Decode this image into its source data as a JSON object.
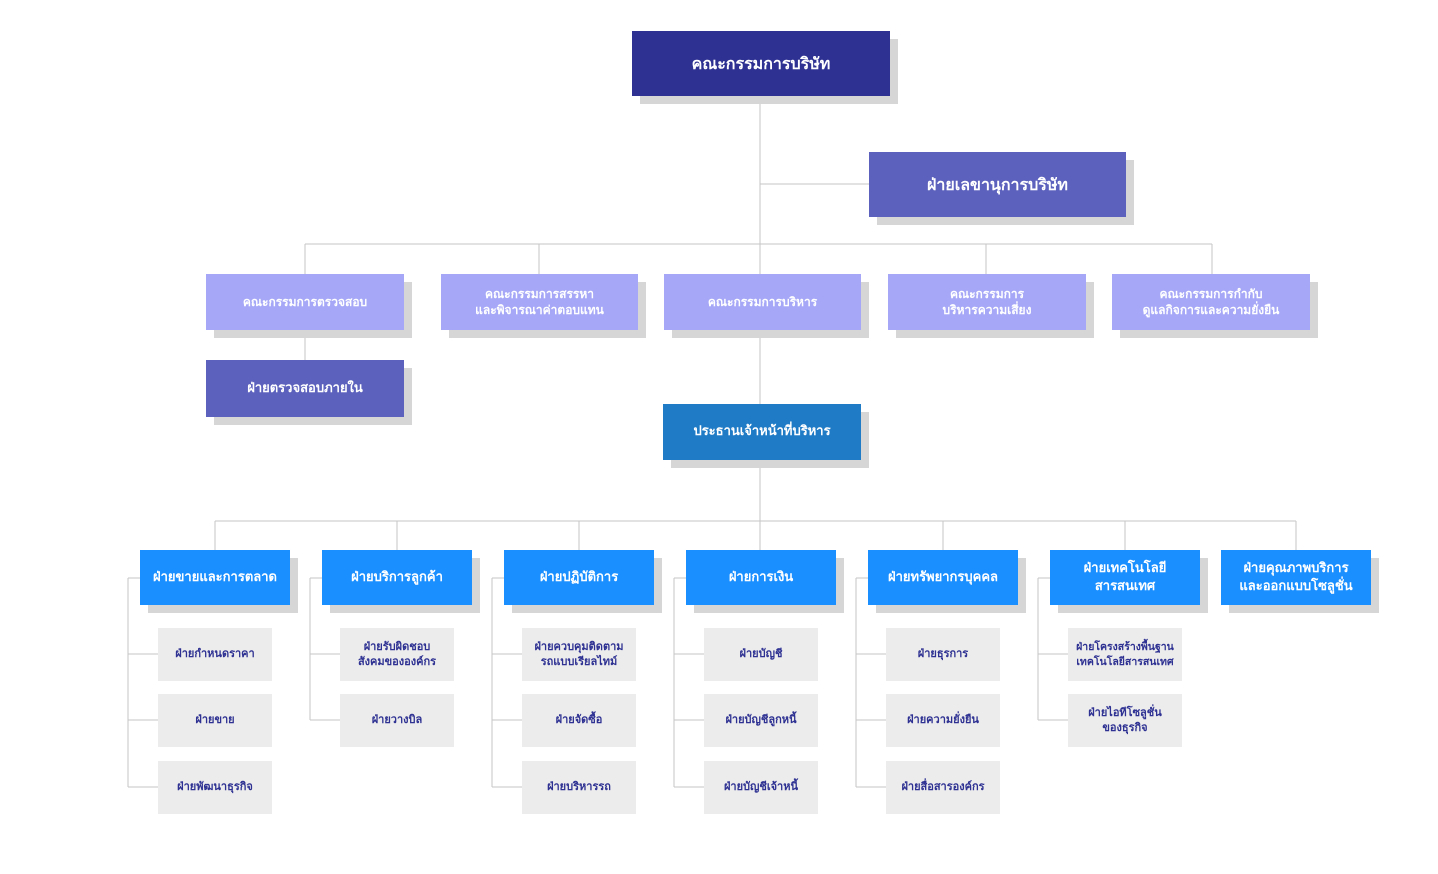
{
  "board": "คณะกรรมการบริษัท",
  "secretary": "ฝ่ายเลขานุการบริษัท",
  "committees": {
    "audit": "คณะกรรมการตรวจสอบ",
    "nomination": [
      "คณะกรรมการสรรหา",
      "และพิจารณาค่าตอบแทน"
    ],
    "executive": "คณะกรรมการบริหาร",
    "risk": [
      "คณะกรรมการ",
      "บริหารความเสี่ยง"
    ],
    "governance": [
      "คณะกรรมการกำกับ",
      "ดูแลกิจการและความยั่งยืน"
    ]
  },
  "internal_audit": "ฝ่ายตรวจสอบภายใน",
  "ceo": "ประธานเจ้าหน้าที่บริหาร",
  "divisions": [
    {
      "title": [
        "ฝ่ายขายและการตลาด"
      ],
      "subs": [
        [
          "ฝ่ายกำหนดราคา"
        ],
        [
          "ฝ่ายขาย"
        ],
        [
          "ฝ่ายพัฒนาธุรกิจ"
        ]
      ]
    },
    {
      "title": [
        "ฝ่ายบริการลูกค้า"
      ],
      "subs": [
        [
          "ฝ่ายรับผิดชอบ",
          "สังคมขององค์กร"
        ],
        [
          "ฝ่ายวางบิล"
        ]
      ]
    },
    {
      "title": [
        "ฝ่ายปฏิบัติการ"
      ],
      "subs": [
        [
          "ฝ่ายควบคุมติดตาม",
          "รถแบบเรียลไทม์"
        ],
        [
          "ฝ่ายจัดซื้อ"
        ],
        [
          "ฝ่ายบริหารรถ"
        ]
      ]
    },
    {
      "title": [
        "ฝ่ายการเงิน"
      ],
      "subs": [
        [
          "ฝ่ายบัญชี"
        ],
        [
          "ฝ่ายบัญชีลูกหนี้"
        ],
        [
          "ฝ่ายบัญชีเจ้าหนี้"
        ]
      ]
    },
    {
      "title": [
        "ฝ่ายทรัพยากรบุคคล"
      ],
      "subs": [
        [
          "ฝ่ายธุรการ"
        ],
        [
          "ฝ่ายความยั่งยืน"
        ],
        [
          "ฝ่ายสื่อสารองค์กร"
        ]
      ]
    },
    {
      "title": [
        "ฝ่ายเทคโนโลยี",
        "สารสนเทศ"
      ],
      "subs": [
        [
          "ฝ่ายโครงสร้างพื้นฐาน",
          "เทคโนโลยีสารสนเทศ"
        ],
        [
          "ฝ่ายไอทีโซลูชั่น",
          "ของธุรกิจ"
        ]
      ]
    },
    {
      "title": [
        "ฝ่ายคุณภาพบริการ",
        "และออกแบบโซลูชั่น"
      ],
      "subs": []
    }
  ],
  "colors": {
    "board": "#2e3192",
    "secretary": "#5c61bd",
    "committee": "#a6a8f7",
    "ceo": "#1f7bc6",
    "division": "#1a8fff",
    "sub_unit": "#ececec",
    "connector": "#c6c6c6"
  }
}
